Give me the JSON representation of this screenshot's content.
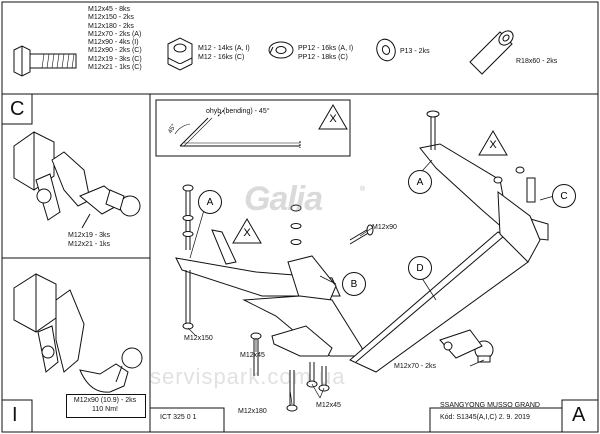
{
  "top_parts": {
    "bolt_specs": [
      "M12x45 - 8ks",
      "M12x150 - 2ks",
      "M12x180 - 2ks",
      "M12x70 - 2ks (A)",
      "M12x90 - 4ks (I)",
      "M12x90 - 2ks (C)",
      "M12x19 - 3ks (C)",
      "M12x21 - 1ks (C)"
    ],
    "nut_specs": [
      "M12 - 14ks (A, I)",
      "M12 - 16ks (C)"
    ],
    "washer_specs": [
      "PP12 - 16ks (A, I)",
      "PP12 - 18ks (C)"
    ],
    "flat_washer_spec": "P13 - 2ks",
    "spacer_spec": "R18x60 - 2ks"
  },
  "side_panels": {
    "corner_top": "C",
    "corner_bottom": "I",
    "c_bolts": [
      "M12x19 - 3ks",
      "M12x21 - 1ks"
    ],
    "i_spec": [
      "M12x90 (10.9) - 2ks",
      "110 Nm!"
    ]
  },
  "bending_note": {
    "text": "ohyb (bending) - 45°",
    "angle": "45°",
    "mark": "X"
  },
  "labels": {
    "A": "A",
    "B": "B",
    "C": "C",
    "D": "D",
    "X": "X",
    "brand": "Galia",
    "registered": "®"
  },
  "callouts": {
    "m12x90": "M12x90",
    "m12x150": "M12x150",
    "m12x45_left": "M12x45",
    "m12x45_bottom": "M12x45",
    "m12x180": "M12x180",
    "m12x70": "M12x70 - 2ks"
  },
  "footer": {
    "drawing_no": "ICT 325 0 1",
    "vehicle": "SSANGYONG MUSSO GRAND",
    "code": "Kód: S1345(A,I,C)  2. 9. 2019",
    "corner_letter": "A"
  },
  "watermark": "servispark.com.ua"
}
